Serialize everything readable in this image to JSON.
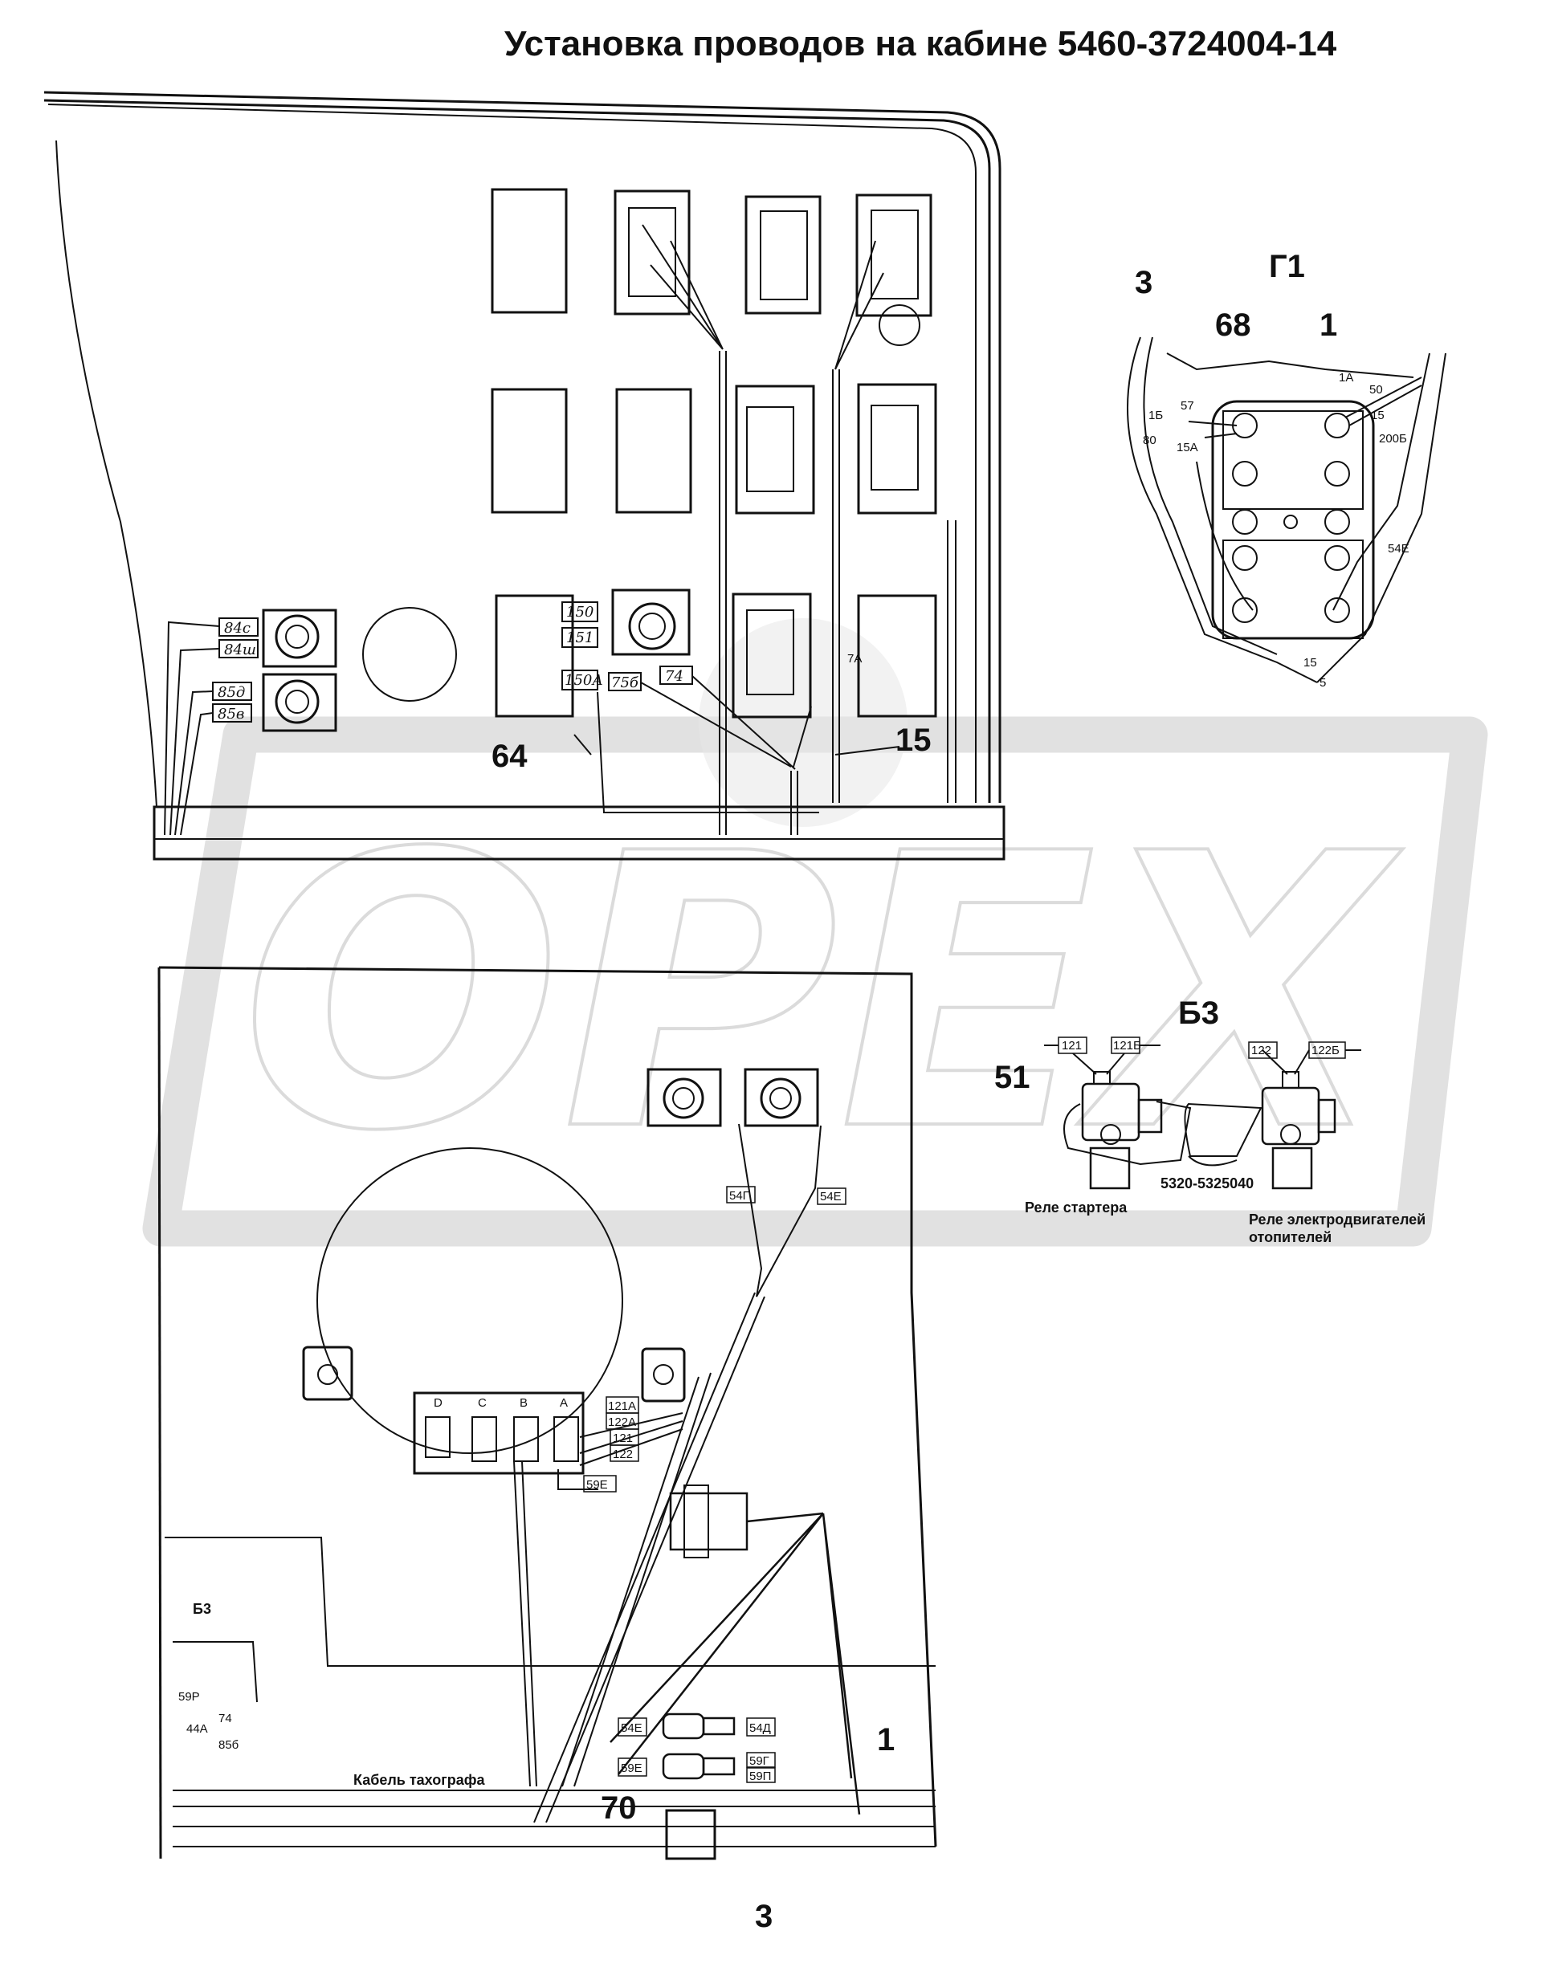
{
  "title": "Установка проводов на кабине 5460-3724004-14",
  "watermark": "OPEX",
  "top_view": {
    "callouts": [
      "64",
      "15"
    ],
    "fuse_labels": [
      "84с",
      "84ш",
      "85д",
      "85в"
    ],
    "relay_labels": [
      "150",
      "151",
      "150А",
      "75б",
      "74"
    ],
    "relay_small_label": "7А"
  },
  "detail_g1": {
    "name": "Г1",
    "callouts": [
      "3",
      "68",
      "1"
    ],
    "tags": [
      "1А",
      "50",
      "15",
      "200Б",
      "57",
      "1Б",
      "80",
      "15А",
      "54Е",
      "15",
      "5"
    ]
  },
  "detail_b3": {
    "name": "Б3",
    "callout": "51",
    "tags": [
      "121",
      "121Б",
      "122",
      "122Б"
    ],
    "part_number": "5320-5325040",
    "starter_relay": "Реле стартера",
    "heater_relay_line1": "Реле электродвигателей",
    "heater_relay_line2": "отопителей"
  },
  "bottom_view": {
    "callouts": [
      "70",
      "1",
      "3"
    ],
    "tacho_cable": "Кабель тахографа",
    "b3_marker": "Б3",
    "wire_tags_upper": [
      "54Г",
      "54Е"
    ],
    "connector_tags": [
      "121А",
      "122А",
      "121",
      "122",
      "59Е"
    ],
    "socket_letters": [
      "D",
      "C",
      "B",
      "A"
    ],
    "lower_tags": [
      "54Е",
      "54Д",
      "59Е",
      "59Г",
      "59П",
      "59Р",
      "44А",
      "74",
      "85б"
    ]
  }
}
